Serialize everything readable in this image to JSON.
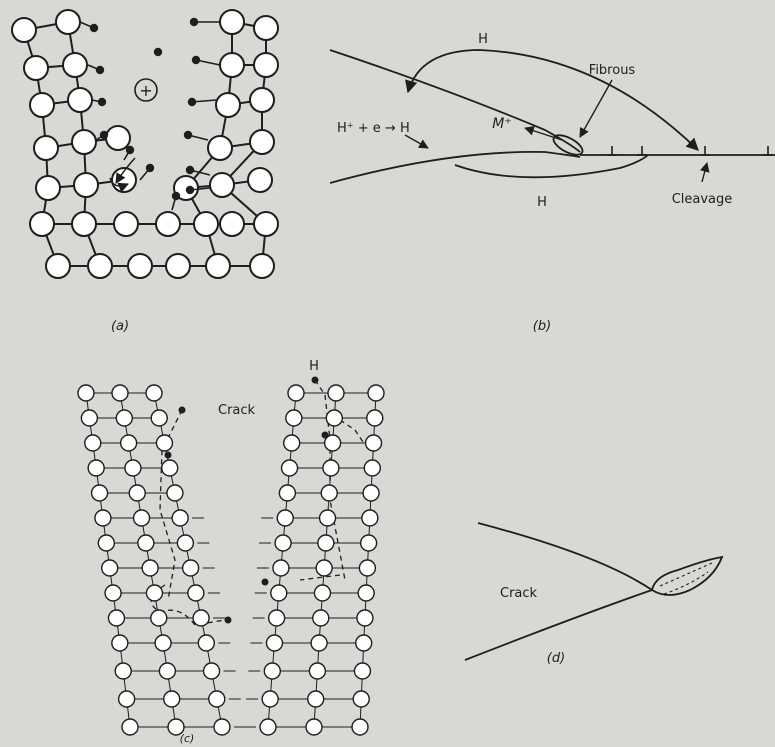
{
  "panels": {
    "a": {
      "caption": "(a)",
      "plus_sign": "+"
    },
    "b": {
      "caption": "(b)",
      "h_top": "H",
      "h_bottom": "H",
      "reaction": "H⁺ + e → H",
      "metal_ion": "M⁺",
      "fibrous": "Fibrous",
      "cleavage": "Cleavage"
    },
    "c": {
      "caption": "(c)",
      "crack": "Crack",
      "h": "H"
    },
    "d": {
      "caption": "(d)",
      "crack": "Crack"
    }
  },
  "colors": {
    "paper": "#d9d8d4",
    "ink": "#1e1e1e"
  }
}
